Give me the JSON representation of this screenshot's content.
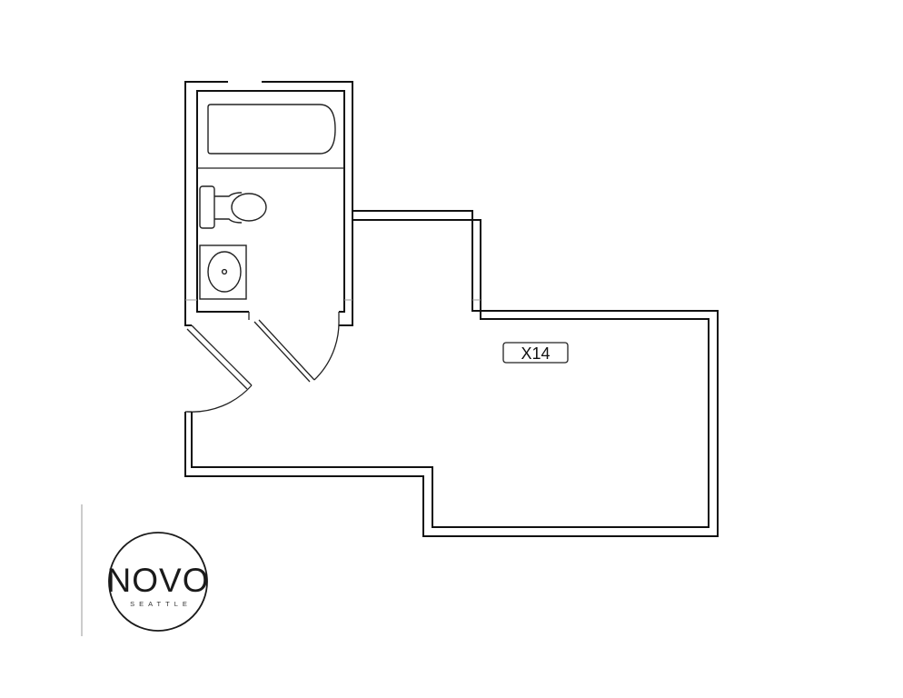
{
  "floorplan": {
    "unit_label": "X14",
    "rooms": {
      "bathroom": {
        "fixtures": [
          "bathtub",
          "toilet",
          "sink"
        ]
      }
    }
  },
  "logo": {
    "main": "NOVO",
    "sub": "SEATTLE"
  }
}
